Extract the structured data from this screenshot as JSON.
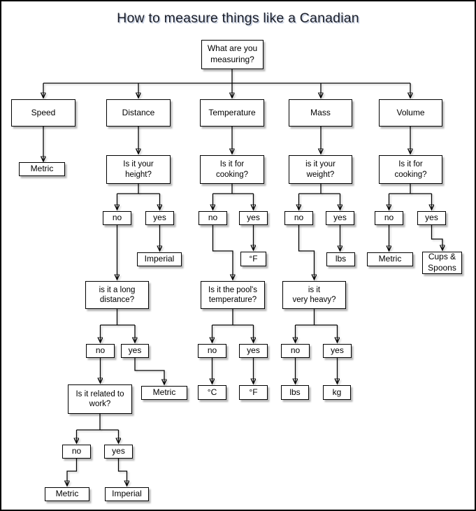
{
  "title": "How to measure things like a Canadian",
  "colors": {
    "background": "#ffffff",
    "node_fill": "#ffffff",
    "node_border": "#000000",
    "text": "#000000",
    "line": "#000000",
    "title_shadow": "#b9c4da"
  },
  "nodes": {
    "root": {
      "label": "What are you\nmeasuring?"
    },
    "speed": {
      "label": "Speed"
    },
    "distance": {
      "label": "Distance"
    },
    "temperature": {
      "label": "Temperature"
    },
    "mass": {
      "label": "Mass"
    },
    "volume": {
      "label": "Volume"
    },
    "speed_metric": {
      "label": "Metric"
    },
    "q_height": {
      "label": "Is it your\nheight?"
    },
    "q_cook_temp": {
      "label": "Is it for\ncooking?"
    },
    "q_weight": {
      "label": "is it your\nweight?"
    },
    "q_cook_vol": {
      "label": "Is it for\ncooking?"
    },
    "d_no1": {
      "label": "no"
    },
    "d_yes1": {
      "label": "yes"
    },
    "t_no1": {
      "label": "no"
    },
    "t_yes1": {
      "label": "yes"
    },
    "m_no1": {
      "label": "no"
    },
    "m_yes1": {
      "label": "yes"
    },
    "v_no1": {
      "label": "no"
    },
    "v_yes1": {
      "label": "yes"
    },
    "imperial1": {
      "label": "Imperial"
    },
    "f1": {
      "label": "°F"
    },
    "lbs1": {
      "label": "lbs"
    },
    "vol_metric": {
      "label": "Metric"
    },
    "cups": {
      "label": "Cups &\nSpoons"
    },
    "q_longdist": {
      "label": "is it a long\ndistance?"
    },
    "q_pool": {
      "label": "Is it the pool's\ntemperature?"
    },
    "q_heavy": {
      "label": "is it\nvery heavy?"
    },
    "d_no2": {
      "label": "no"
    },
    "d_yes2": {
      "label": "yes"
    },
    "t_no2": {
      "label": "no"
    },
    "t_yes2": {
      "label": "yes"
    },
    "m_no2": {
      "label": "no"
    },
    "m_yes2": {
      "label": "yes"
    },
    "d_metric2": {
      "label": "Metric"
    },
    "c2": {
      "label": "°C"
    },
    "f2": {
      "label": "°F"
    },
    "lbs2": {
      "label": "lbs"
    },
    "kg2": {
      "label": "kg"
    },
    "q_work": {
      "label": "Is it related to\nwork?"
    },
    "w_no": {
      "label": "no"
    },
    "w_yes": {
      "label": "yes"
    },
    "w_metric": {
      "label": "Metric"
    },
    "w_imperial": {
      "label": "Imperial"
    }
  },
  "edges": [
    {
      "from": "root",
      "to": "speed"
    },
    {
      "from": "root",
      "to": "distance"
    },
    {
      "from": "root",
      "to": "temperature"
    },
    {
      "from": "root",
      "to": "mass"
    },
    {
      "from": "root",
      "to": "volume"
    },
    {
      "from": "speed",
      "to": "speed_metric"
    },
    {
      "from": "distance",
      "to": "q_height"
    },
    {
      "from": "temperature",
      "to": "q_cook_temp"
    },
    {
      "from": "mass",
      "to": "q_weight"
    },
    {
      "from": "volume",
      "to": "q_cook_vol"
    },
    {
      "from": "q_height",
      "to": "d_no1"
    },
    {
      "from": "q_height",
      "to": "d_yes1"
    },
    {
      "from": "d_no1",
      "to": "q_longdist"
    },
    {
      "from": "d_yes1",
      "to": "imperial1"
    },
    {
      "from": "q_cook_temp",
      "to": "t_no1"
    },
    {
      "from": "q_cook_temp",
      "to": "t_yes1"
    },
    {
      "from": "t_no1",
      "to": "q_pool"
    },
    {
      "from": "t_yes1",
      "to": "f1"
    },
    {
      "from": "q_weight",
      "to": "m_no1"
    },
    {
      "from": "q_weight",
      "to": "m_yes1"
    },
    {
      "from": "m_no1",
      "to": "q_heavy"
    },
    {
      "from": "m_yes1",
      "to": "lbs1"
    },
    {
      "from": "q_cook_vol",
      "to": "v_no1"
    },
    {
      "from": "q_cook_vol",
      "to": "v_yes1"
    },
    {
      "from": "v_no1",
      "to": "vol_metric"
    },
    {
      "from": "v_yes1",
      "to": "cups"
    },
    {
      "from": "q_longdist",
      "to": "d_no2"
    },
    {
      "from": "q_longdist",
      "to": "d_yes2"
    },
    {
      "from": "d_no2",
      "to": "q_work"
    },
    {
      "from": "d_yes2",
      "to": "d_metric2"
    },
    {
      "from": "q_pool",
      "to": "t_no2"
    },
    {
      "from": "q_pool",
      "to": "t_yes2"
    },
    {
      "from": "t_no2",
      "to": "c2"
    },
    {
      "from": "t_yes2",
      "to": "f2"
    },
    {
      "from": "q_heavy",
      "to": "m_no2"
    },
    {
      "from": "q_heavy",
      "to": "m_yes2"
    },
    {
      "from": "m_no2",
      "to": "lbs2"
    },
    {
      "from": "m_yes2",
      "to": "kg2"
    },
    {
      "from": "q_work",
      "to": "w_no"
    },
    {
      "from": "q_work",
      "to": "w_yes"
    },
    {
      "from": "w_no",
      "to": "w_metric"
    },
    {
      "from": "w_yes",
      "to": "w_imperial"
    }
  ]
}
